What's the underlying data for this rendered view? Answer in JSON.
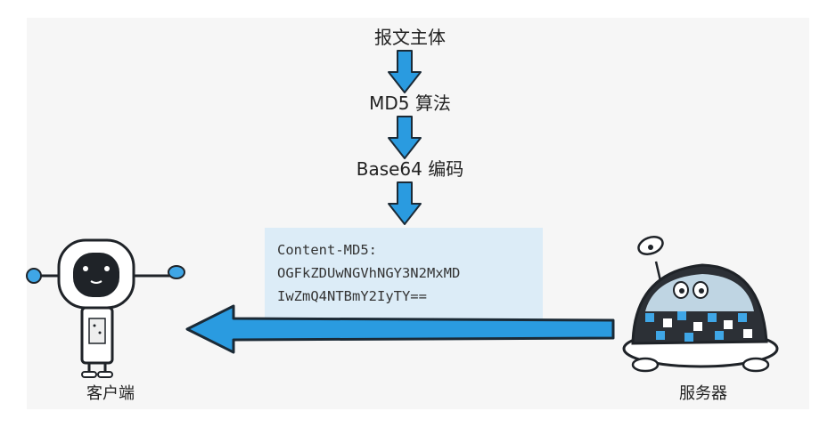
{
  "steps": [
    {
      "label": "报文主体"
    },
    {
      "label": "MD5 算法"
    },
    {
      "label": "Base64 编码"
    }
  ],
  "header_box": {
    "lines": [
      "Content-MD5:",
      "OGFkZDUwNGVhNGY3N2MxMD",
      "IwZmQ4NTBmY2IyTY=="
    ]
  },
  "client": {
    "label": "客户端"
  },
  "server": {
    "label": "服务器"
  },
  "colors": {
    "arrow_blue": "#2a9be0",
    "arrow_outline": "#1b2a36",
    "header_bg": "#dcecf7",
    "robot_dark": "#1f2328",
    "robot_blue": "#3fa6e6"
  }
}
